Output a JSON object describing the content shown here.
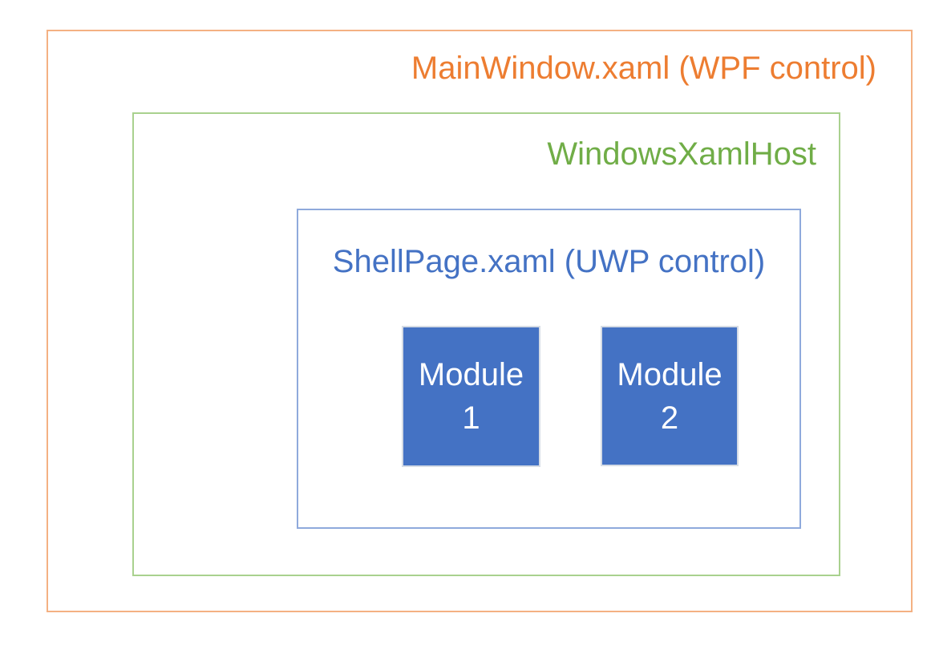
{
  "colors": {
    "background": "#FFFFFF",
    "wpf_text": "#ED7D31",
    "wpf_border": "#F4B183",
    "host_text": "#70AD47",
    "host_border": "#A9D18E",
    "shell_text": "#4472C4",
    "shell_border": "#8FAADC",
    "module_fill": "#4472C4",
    "module_border": "#D6DCE5",
    "module_text": "#FFFFFF"
  },
  "diagram": {
    "wpf_window": {
      "label": "MainWindow.xaml (WPF control)"
    },
    "xaml_host": {
      "label": "WindowsXamlHost"
    },
    "shell_page": {
      "label": "ShellPage.xaml (UWP control)"
    },
    "modules": [
      {
        "line1": "Module",
        "line2": "1"
      },
      {
        "line1": "Module",
        "line2": "2"
      }
    ]
  }
}
